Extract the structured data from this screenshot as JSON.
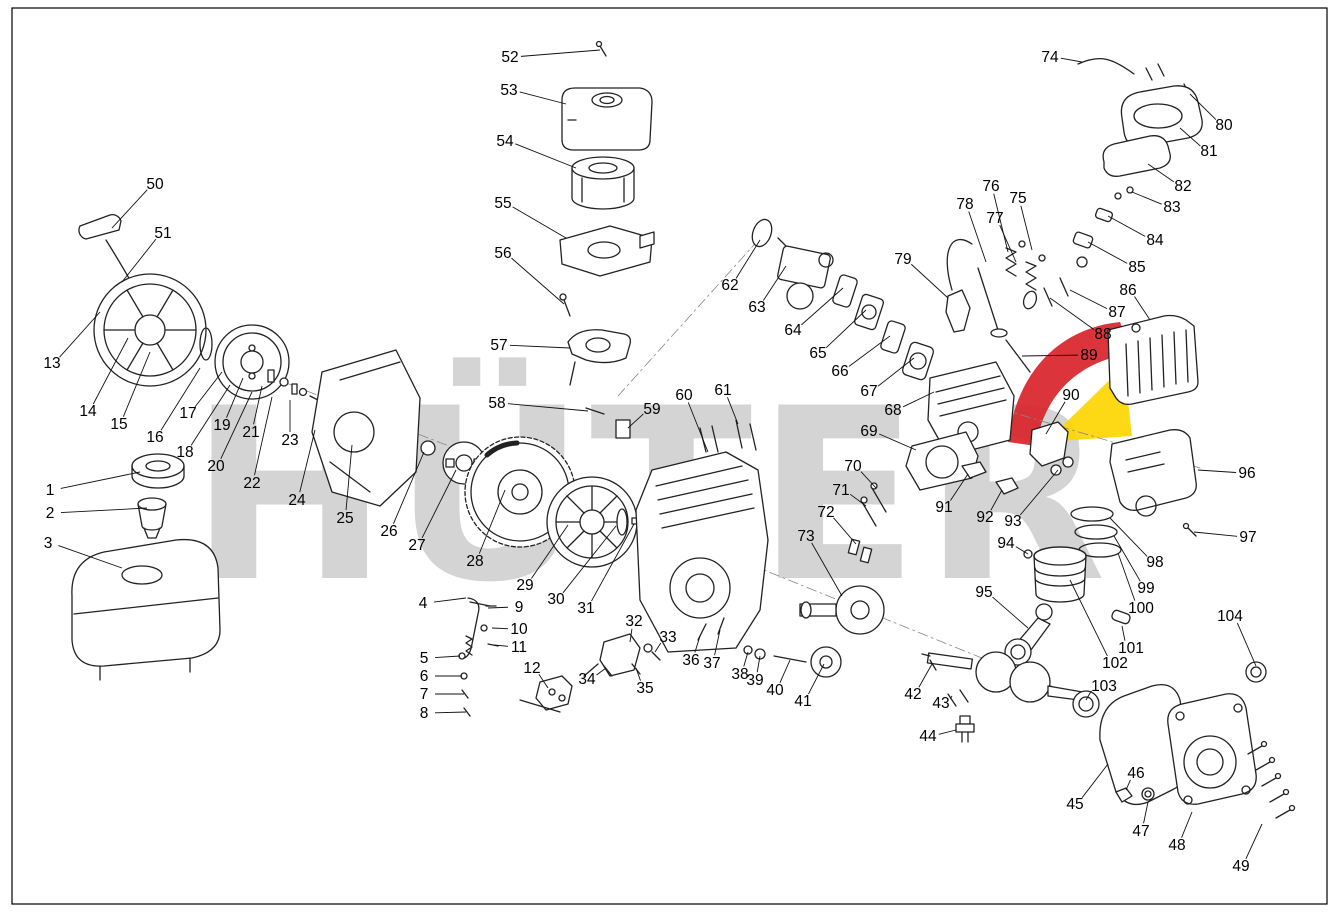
{
  "diagram": {
    "type": "exploded-parts-diagram",
    "subject": "engine-assembly",
    "watermark": "HÜTER",
    "colors": {
      "line": "#222222",
      "watermark_gray": "#c9c9c9",
      "logo_red": "#d8232a",
      "logo_yellow": "#fdd500",
      "background": "#ffffff"
    },
    "labels_format": [
      "part_number",
      "label_x",
      "label_y",
      "leader_target_x",
      "leader_target_y"
    ],
    "labels": [
      [
        1,
        50,
        490,
        140,
        472
      ],
      [
        2,
        50,
        513,
        147,
        508
      ],
      [
        3,
        48,
        543,
        122,
        568
      ],
      [
        4,
        423,
        603,
        466,
        598
      ],
      [
        5,
        424,
        658,
        460,
        656
      ],
      [
        6,
        424,
        676,
        462,
        676
      ],
      [
        7,
        424,
        694,
        464,
        694
      ],
      [
        8,
        424,
        713,
        466,
        712
      ],
      [
        9,
        519,
        607,
        488,
        608
      ],
      [
        10,
        519,
        629,
        492,
        628
      ],
      [
        11,
        519,
        647,
        494,
        645
      ],
      [
        12,
        532,
        668,
        548,
        688
      ],
      [
        13,
        52,
        363,
        100,
        312
      ],
      [
        14,
        88,
        411,
        128,
        338
      ],
      [
        15,
        119,
        424,
        150,
        352
      ],
      [
        16,
        155,
        437,
        200,
        368
      ],
      [
        17,
        188,
        413,
        222,
        372
      ],
      [
        18,
        185,
        452,
        230,
        385
      ],
      [
        19,
        222,
        425,
        243,
        378
      ],
      [
        20,
        216,
        466,
        252,
        392
      ],
      [
        21,
        251,
        432,
        262,
        386
      ],
      [
        22,
        252,
        483,
        272,
        397
      ],
      [
        23,
        290,
        440,
        290,
        400
      ],
      [
        24,
        297,
        500,
        315,
        430
      ],
      [
        25,
        345,
        518,
        352,
        445
      ],
      [
        26,
        389,
        531,
        424,
        452
      ],
      [
        27,
        417,
        545,
        456,
        470
      ],
      [
        28,
        475,
        561,
        505,
        490
      ],
      [
        29,
        525,
        585,
        568,
        525
      ],
      [
        30,
        556,
        599,
        616,
        526
      ],
      [
        31,
        586,
        608,
        634,
        524
      ],
      [
        32,
        634,
        621,
        630,
        642
      ],
      [
        33,
        668,
        637,
        655,
        652
      ],
      [
        34,
        587,
        679,
        606,
        668
      ],
      [
        35,
        645,
        688,
        636,
        668
      ],
      [
        36,
        691,
        660,
        700,
        636
      ],
      [
        37,
        712,
        663,
        720,
        630
      ],
      [
        38,
        740,
        674,
        748,
        652
      ],
      [
        39,
        755,
        680,
        760,
        656
      ],
      [
        40,
        775,
        690,
        790,
        660
      ],
      [
        41,
        803,
        701,
        824,
        664
      ],
      [
        42,
        913,
        694,
        932,
        664
      ],
      [
        43,
        941,
        703,
        952,
        696
      ],
      [
        44,
        928,
        736,
        956,
        730
      ],
      [
        45,
        1075,
        804,
        1108,
        764
      ],
      [
        46,
        1136,
        773,
        1126,
        790
      ],
      [
        47,
        1141,
        831,
        1148,
        802
      ],
      [
        48,
        1177,
        845,
        1192,
        812
      ],
      [
        49,
        1241,
        866,
        1262,
        824
      ],
      [
        50,
        155,
        184,
        112,
        228
      ],
      [
        51,
        163,
        233,
        122,
        282
      ],
      [
        52,
        510,
        57,
        600,
        50
      ],
      [
        53,
        509,
        90,
        566,
        104
      ],
      [
        54,
        505,
        141,
        576,
        168
      ],
      [
        55,
        503,
        203,
        566,
        238
      ],
      [
        56,
        503,
        253,
        564,
        304
      ],
      [
        57,
        499,
        345,
        570,
        348
      ],
      [
        58,
        497,
        403,
        588,
        411
      ],
      [
        59,
        652,
        409,
        628,
        428
      ],
      [
        60,
        684,
        395,
        708,
        452
      ],
      [
        61,
        723,
        390,
        738,
        424
      ],
      [
        62,
        730,
        285,
        760,
        240
      ],
      [
        63,
        757,
        307,
        786,
        266
      ],
      [
        64,
        793,
        330,
        843,
        288
      ],
      [
        65,
        818,
        353,
        866,
        310
      ],
      [
        66,
        840,
        371,
        890,
        336
      ],
      [
        67,
        869,
        391,
        914,
        358
      ],
      [
        68,
        893,
        410,
        934,
        392
      ],
      [
        69,
        869,
        431,
        916,
        450
      ],
      [
        70,
        853,
        466,
        876,
        488
      ],
      [
        71,
        841,
        490,
        866,
        506
      ],
      [
        72,
        826,
        512,
        856,
        544
      ],
      [
        73,
        806,
        536,
        842,
        596
      ],
      [
        74,
        1050,
        57,
        1082,
        62
      ],
      [
        75,
        1018,
        198,
        1032,
        250
      ],
      [
        76,
        991,
        186,
        1008,
        252
      ],
      [
        77,
        995,
        218,
        1016,
        262
      ],
      [
        78,
        965,
        204,
        986,
        262
      ],
      [
        79,
        903,
        259,
        948,
        298
      ],
      [
        80,
        1224,
        125,
        1190,
        94
      ],
      [
        81,
        1209,
        151,
        1180,
        128
      ],
      [
        82,
        1183,
        186,
        1148,
        164
      ],
      [
        83,
        1172,
        207,
        1132,
        192
      ],
      [
        84,
        1155,
        240,
        1108,
        216
      ],
      [
        85,
        1137,
        267,
        1088,
        242
      ],
      [
        86,
        1128,
        290,
        1150,
        320
      ],
      [
        87,
        1117,
        312,
        1070,
        290
      ],
      [
        88,
        1103,
        334,
        1050,
        298
      ],
      [
        89,
        1089,
        355,
        1022,
        356
      ],
      [
        90,
        1071,
        395,
        1046,
        434
      ],
      [
        91,
        944,
        507,
        968,
        474
      ],
      [
        92,
        985,
        517,
        1002,
        490
      ],
      [
        93,
        1013,
        521,
        1058,
        470
      ],
      [
        94,
        1006,
        543,
        1028,
        554
      ],
      [
        95,
        984,
        592,
        1028,
        628
      ],
      [
        96,
        1247,
        473,
        1198,
        470
      ],
      [
        97,
        1248,
        537,
        1194,
        532
      ],
      [
        98,
        1155,
        562,
        1110,
        518
      ],
      [
        99,
        1146,
        588,
        1114,
        536
      ],
      [
        100,
        1141,
        608,
        1118,
        553
      ],
      [
        101,
        1131,
        648,
        1122,
        626
      ],
      [
        102,
        1115,
        663,
        1070,
        580
      ],
      [
        103,
        1104,
        686,
        1086,
        700
      ],
      [
        104,
        1230,
        616,
        1256,
        666
      ]
    ]
  }
}
